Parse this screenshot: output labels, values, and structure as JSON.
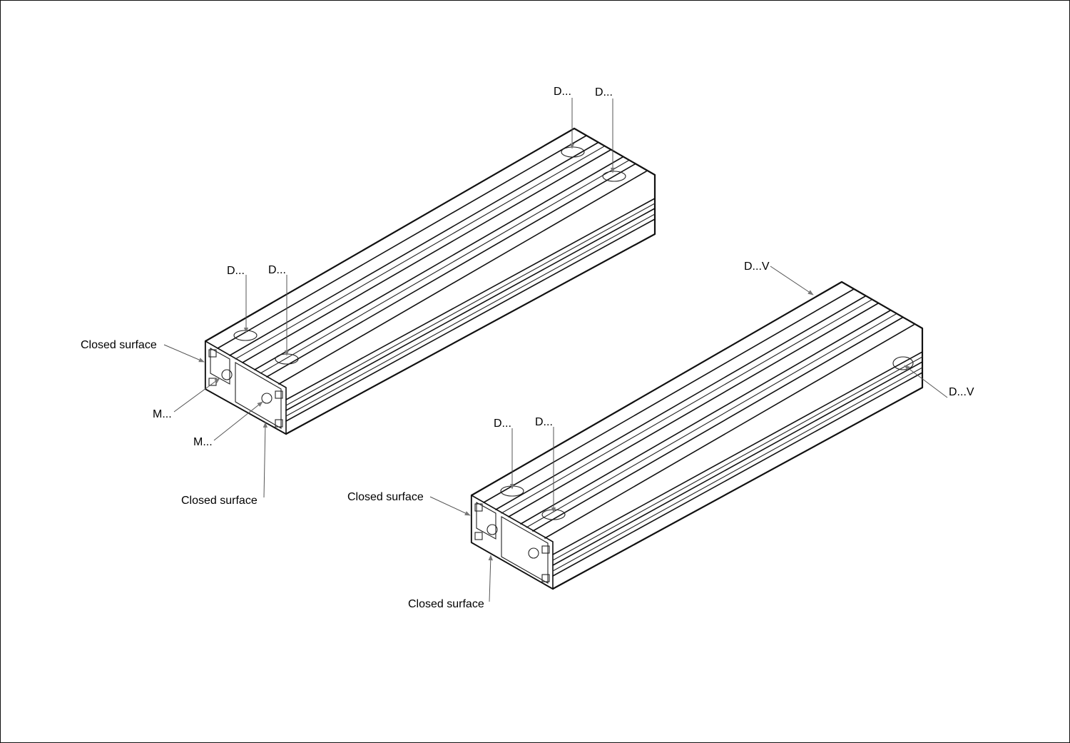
{
  "diagram": {
    "labels": {
      "closed_surface": "Closed surface",
      "d": "D...",
      "dv": "D...V",
      "m": "M..."
    },
    "profiles": [
      "profile-1",
      "profile-2"
    ]
  }
}
